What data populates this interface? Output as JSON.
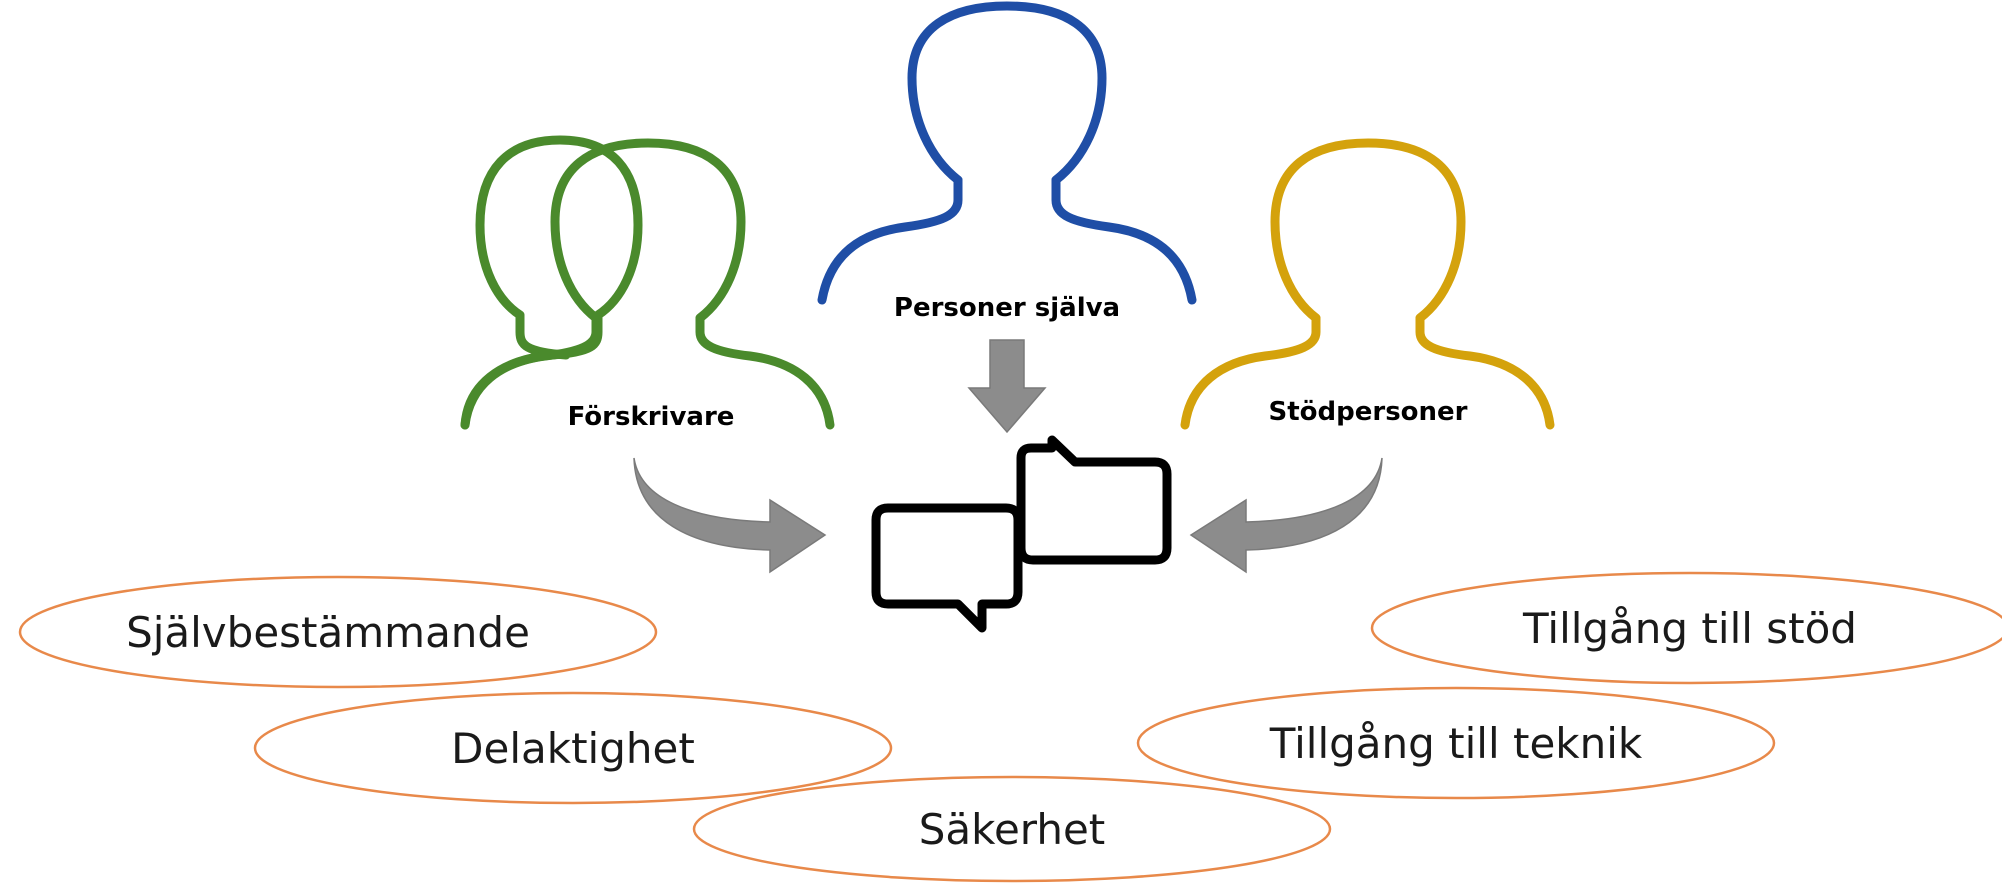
{
  "people": [
    {
      "id": "forskrivare",
      "label": "Förskrivare",
      "color": "#4a8a2c"
    },
    {
      "id": "personer-sjalva",
      "label": "Personer själva",
      "color": "#1f4ea6"
    },
    {
      "id": "stodpersoner",
      "label": "Stödpersoner",
      "color": "#d4a20c"
    }
  ],
  "center_icon": "chat-bubbles-icon",
  "arrow_color": "#8c8c8c",
  "oval_color": "#e8894a",
  "aspects": [
    {
      "id": "sjalvbestammande",
      "label": "Självbestämmande"
    },
    {
      "id": "delaktighet",
      "label": "Delaktighet"
    },
    {
      "id": "sakerhet",
      "label": "Säkerhet"
    },
    {
      "id": "tillgang-till-stod",
      "label": "Tillgång till stöd"
    },
    {
      "id": "tillgang-till-teknik",
      "label": "Tillgång till teknik"
    }
  ]
}
